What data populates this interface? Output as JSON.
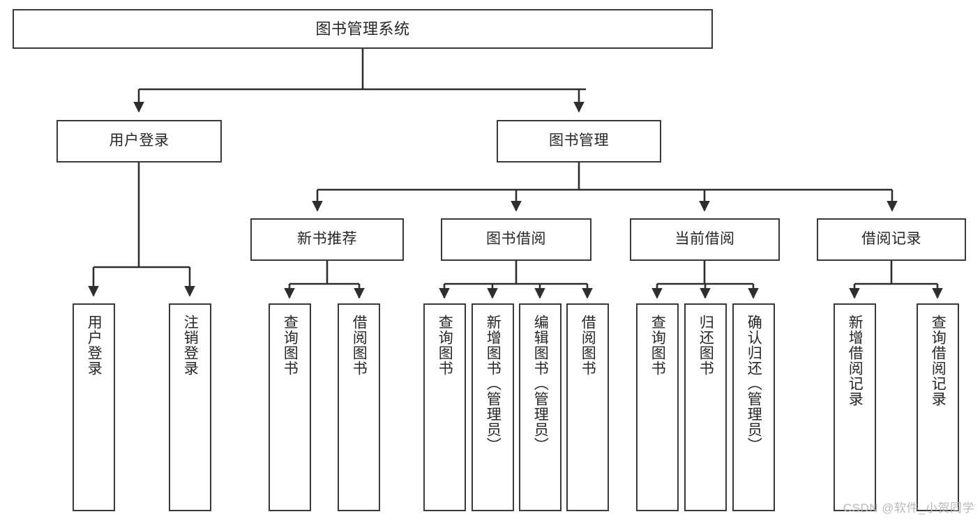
{
  "diagram": {
    "type": "tree-hierarchy",
    "title": "图书管理系统",
    "watermark": "CSDN @软件_小贺同学",
    "colors": {
      "border": "#3a3a3a",
      "background": "#ffffff",
      "text": "#262626",
      "watermark": "#b9b9b9"
    },
    "nodes": {
      "root": {
        "label": "图书管理系统"
      },
      "level2": [
        {
          "id": "user-login",
          "label": "用户登录"
        },
        {
          "id": "book-management",
          "label": "图书管理"
        }
      ],
      "level3": [
        {
          "id": "new-book-recommend",
          "label": "新书推荐"
        },
        {
          "id": "book-borrow",
          "label": "图书借阅"
        },
        {
          "id": "current-borrow",
          "label": "当前借阅"
        },
        {
          "id": "borrow-record",
          "label": "借阅记录"
        }
      ],
      "leaves": {
        "user-login": [
          {
            "id": "leaf-user-login",
            "label": "用户登录"
          },
          {
            "id": "leaf-logout",
            "label": "注销登录"
          }
        ],
        "new-book-recommend": [
          {
            "id": "leaf-query-book-1",
            "label": "查询图书"
          },
          {
            "id": "leaf-borrow-book-1",
            "label": "借阅图书"
          }
        ],
        "book-borrow": [
          {
            "id": "leaf-query-book-2",
            "label": "查询图书"
          },
          {
            "id": "leaf-add-book",
            "label": "新增图书（管理员）"
          },
          {
            "id": "leaf-edit-book",
            "label": "编辑图书（管理员）"
          },
          {
            "id": "leaf-borrow-book-2",
            "label": "借阅图书"
          }
        ],
        "current-borrow": [
          {
            "id": "leaf-query-book-3",
            "label": "查询图书"
          },
          {
            "id": "leaf-return-book",
            "label": "归还图书"
          },
          {
            "id": "leaf-confirm-return",
            "label": "确认归还（管理员）"
          }
        ],
        "borrow-record": [
          {
            "id": "leaf-add-record",
            "label": "新增借阅记录"
          },
          {
            "id": "leaf-query-record",
            "label": "查询借阅记录"
          }
        ]
      }
    }
  }
}
